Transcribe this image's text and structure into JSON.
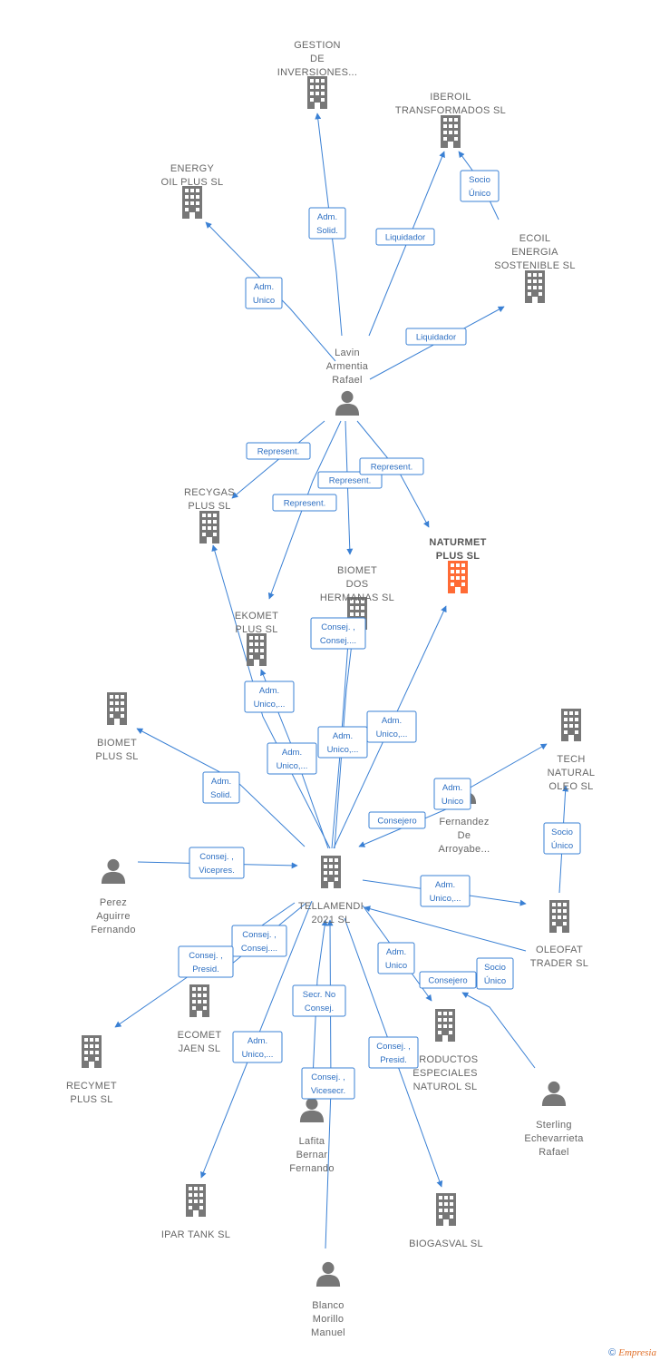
{
  "colors": {
    "edge": "#3a80d4",
    "icon": "#777777",
    "highlight": "#ff6b35"
  },
  "nodes": [
    {
      "id": "gestion",
      "type": "company",
      "label": [
        "GESTION",
        "DE",
        "INVERSIONES..."
      ]
    },
    {
      "id": "iberoil",
      "type": "company",
      "label": [
        "IBEROIL",
        "TRANSFORMADOS SL"
      ]
    },
    {
      "id": "energy",
      "type": "company",
      "label": [
        "ENERGY",
        "OIL PLUS  SL"
      ]
    },
    {
      "id": "ecoil",
      "type": "company",
      "label": [
        "ECOIL",
        "ENERGIA",
        "SOSTENIBLE SL"
      ]
    },
    {
      "id": "lavin",
      "type": "person",
      "label": [
        "Lavin",
        "Armentia",
        "Rafael"
      ]
    },
    {
      "id": "recygas",
      "type": "company",
      "label": [
        "RECYGAS",
        "PLUS  SL"
      ]
    },
    {
      "id": "naturmet",
      "type": "company",
      "highlight": true,
      "label": [
        "NATURMET",
        "PLUS  SL"
      ]
    },
    {
      "id": "biomet_dos",
      "type": "company",
      "label": [
        "BIOMET",
        "DOS",
        "HERMANAS  SL"
      ]
    },
    {
      "id": "ekomet",
      "type": "company",
      "label": [
        "EKOMET",
        "PLUS  SL"
      ]
    },
    {
      "id": "biomet_plus",
      "type": "company",
      "label": [
        "BIOMET",
        "PLUS  SL"
      ]
    },
    {
      "id": "tech",
      "type": "company",
      "label": [
        "TECH",
        "NATURAL",
        "OLEO  SL"
      ]
    },
    {
      "id": "fernandez",
      "type": "person",
      "label": [
        "Fernandez",
        "De",
        "Arroyabe..."
      ]
    },
    {
      "id": "perez",
      "type": "person",
      "label": [
        "Perez",
        "Aguirre",
        "Fernando"
      ]
    },
    {
      "id": "tellamendi",
      "type": "company",
      "label": [
        "TELLAMENDI",
        "2021  SL"
      ]
    },
    {
      "id": "oleofat",
      "type": "company",
      "label": [
        "OLEOFAT",
        "TRADER  SL"
      ]
    },
    {
      "id": "ecomet",
      "type": "company",
      "label": [
        "ECOMET",
        "JAEN  SL"
      ]
    },
    {
      "id": "recymet",
      "type": "company",
      "label": [
        "RECYMET",
        "PLUS  SL"
      ]
    },
    {
      "id": "productos",
      "type": "company",
      "label": [
        "PRODUCTOS",
        "ESPECIALES",
        "NATUROL  SL"
      ]
    },
    {
      "id": "sterling",
      "type": "person",
      "label": [
        "Sterling",
        "Echevarrieta",
        "Rafael"
      ]
    },
    {
      "id": "lafita",
      "type": "person",
      "label": [
        "Lafita",
        "Bernar",
        "Fernando"
      ]
    },
    {
      "id": "ipar",
      "type": "company",
      "label": [
        "IPAR TANK  SL"
      ]
    },
    {
      "id": "biogasval",
      "type": "company",
      "label": [
        "BIOGASVAL  SL"
      ]
    },
    {
      "id": "blanco",
      "type": "person",
      "label": [
        "Blanco",
        "Morillo",
        "Manuel"
      ]
    }
  ],
  "edge_labels": [
    [
      "Adm.",
      "Solid."
    ],
    [
      "Liquidador"
    ],
    [
      "Socio",
      "Único"
    ],
    [
      "Adm.",
      "Unico"
    ],
    [
      "Liquidador"
    ],
    [
      "Represent."
    ],
    [
      "Represent."
    ],
    [
      "Represent."
    ],
    [
      "Represent."
    ],
    [
      "Consej. ,",
      "Consej...."
    ],
    [
      "Adm.",
      "Unico,..."
    ],
    [
      "Adm.",
      "Unico,..."
    ],
    [
      "Adm.",
      "Unico,..."
    ],
    [
      "Adm.",
      "Unico,..."
    ],
    [
      "Adm.",
      "Solid."
    ],
    [
      "Adm.",
      "Unico"
    ],
    [
      "Consejero"
    ],
    [
      "Socio",
      "Único"
    ],
    [
      "Consej. ,",
      "Vicepres."
    ],
    [
      "Adm.",
      "Unico,..."
    ],
    [
      "Consej. ,",
      "Consej...."
    ],
    [
      "Consej. ,",
      "Presid."
    ],
    [
      "Adm.",
      "Unico"
    ],
    [
      "Consejero"
    ],
    [
      "Socio",
      "Único"
    ],
    [
      "Secr.  No",
      "Consej."
    ],
    [
      "Adm.",
      "Unico,..."
    ],
    [
      "Consej. ,",
      "Vicesecr."
    ],
    [
      "Consej. ,",
      "Presid."
    ]
  ],
  "credit": {
    "symbol": "©",
    "brand": "Empresia"
  }
}
